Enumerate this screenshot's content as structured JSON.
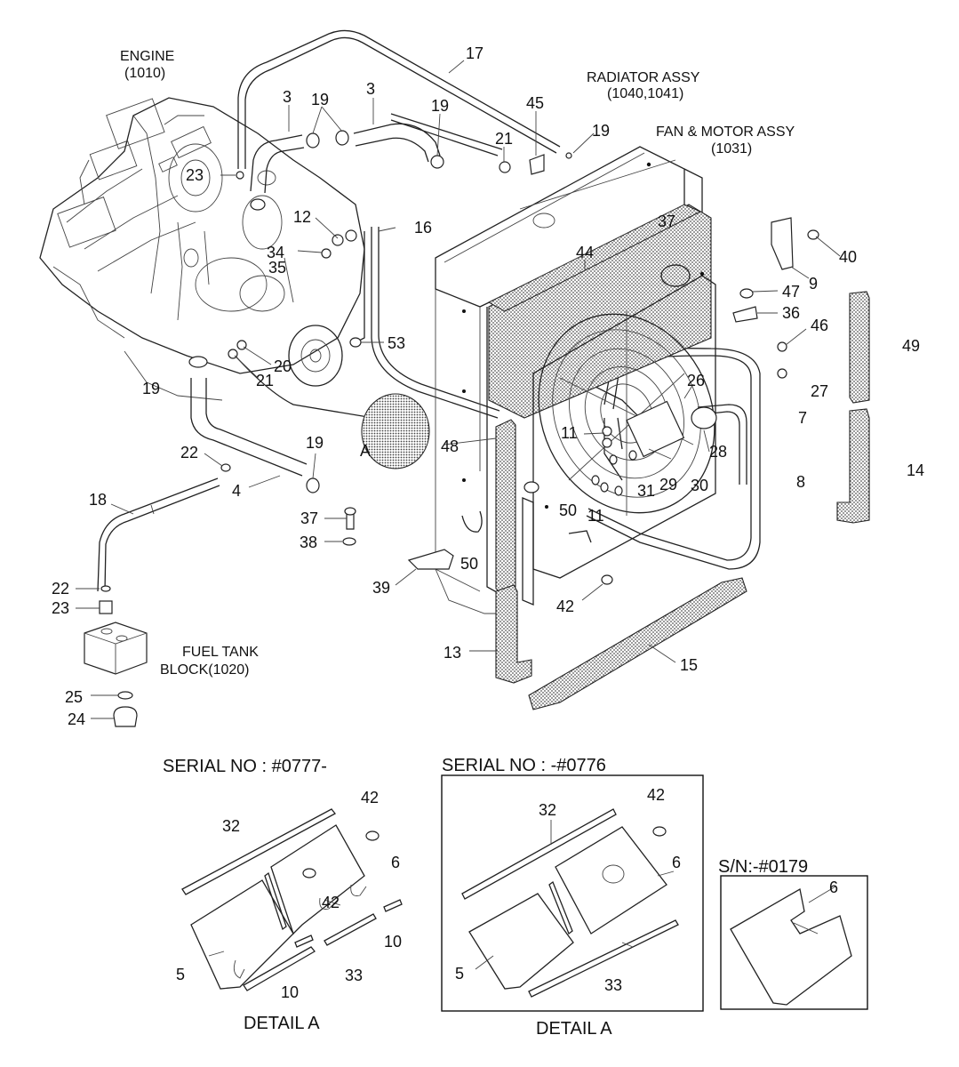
{
  "labels": {
    "engine": "ENGINE",
    "engine_code": "(1010)",
    "radiator": "RADIATOR ASSY",
    "radiator_code": "(1040,1041)",
    "fan_motor": "FAN & MOTOR ASSY",
    "fan_motor_code": "(1031)",
    "fuel_tank": "FUEL TANK",
    "fuel_tank_block": "BLOCK(1020)",
    "detail_a_marker": "A",
    "serial_left": "SERIAL NO : #0777-",
    "serial_right": "SERIAL NO : -#0776",
    "sn_box": "S/N:-#0179",
    "detail_left": "DETAIL A",
    "detail_right": "DETAIL A"
  },
  "callouts": [
    "17",
    "3",
    "19",
    "3",
    "19",
    "45",
    "21",
    "19",
    "23",
    "12",
    "34",
    "35",
    "16",
    "37",
    "44",
    "40",
    "9",
    "47",
    "36",
    "46",
    "49",
    "53",
    "20",
    "21",
    "19",
    "27",
    "26",
    "7",
    "11",
    "28",
    "48",
    "A",
    "22",
    "19",
    "4",
    "18",
    "30",
    "29",
    "31",
    "8",
    "14",
    "37",
    "38",
    "50",
    "11",
    "39",
    "50",
    "42",
    "22",
    "23",
    "13",
    "15",
    "25",
    "24",
    "32",
    "42",
    "6",
    "42",
    "10",
    "5",
    "10",
    "33",
    "32",
    "42",
    "6",
    "5",
    "33",
    "6"
  ],
  "colors": {
    "line": "#222222",
    "text": "#111111",
    "background": "#ffffff",
    "stipple": "#555555"
  }
}
